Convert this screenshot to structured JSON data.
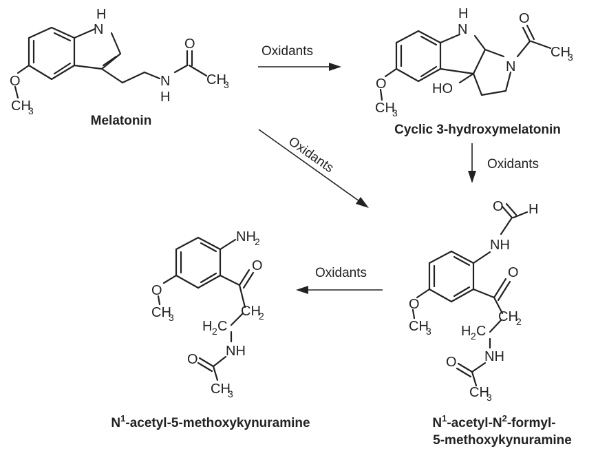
{
  "atoms": {
    "H": "H",
    "N": "N",
    "O": "O",
    "C": "C",
    "NH": "NH",
    "NH2": "NH",
    "HO": "HO",
    "CH": "CH",
    "H2C": "H",
    "C_suffix": "C",
    "sub2": "2",
    "sub3": "3"
  },
  "compounds": {
    "melatonin": "Melatonin",
    "cyclic": "Cyclic 3-hydroxymelatonin",
    "afmk_line1_a": "N",
    "afmk_line1_sup1": "1",
    "afmk_line1_b": "-acetyl-N",
    "afmk_line1_sup2": "2",
    "afmk_line1_c": "-formyl-",
    "afmk_line2": "5-methoxykynuramine",
    "amk_a": "N",
    "amk_sup": "1",
    "amk_b": "-acetyl-5-methoxykynuramine"
  },
  "conditions": {
    "top": "Oxidants",
    "diagonal": "Oxidants",
    "right": "Oxidants",
    "bottom": "Oxidants"
  }
}
